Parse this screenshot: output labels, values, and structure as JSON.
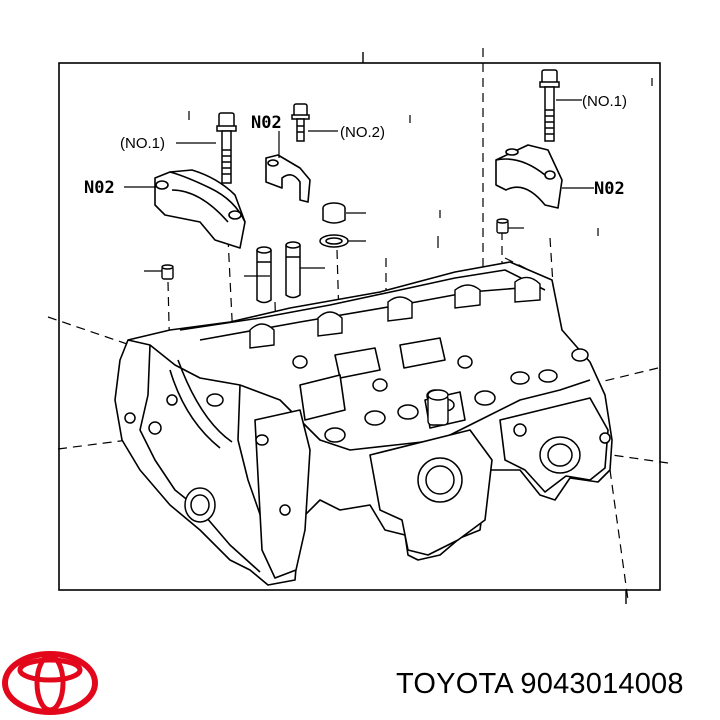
{
  "diagram": {
    "callouts": {
      "no1_left": "(NO.1)",
      "no2_left_part": "N02",
      "no2_top_part": "N02",
      "no2_bolt": "(NO.2)",
      "no1_right": "(NO.1)",
      "no2_right_part": "N02"
    }
  },
  "brand": {
    "name": "TOYOTA",
    "part_number": "9043014008",
    "logo_color": "#e3071b",
    "logo_icon": "toyota-logo-icon"
  }
}
